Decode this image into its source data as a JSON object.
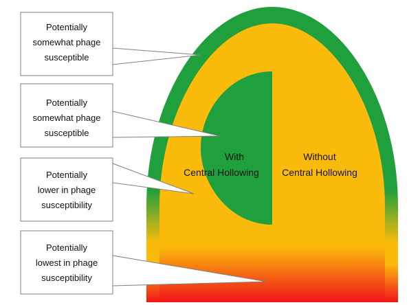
{
  "callouts": [
    {
      "lines": [
        "Potentially",
        "somewhat phage",
        "susceptible"
      ]
    },
    {
      "lines": [
        "Potentially",
        "somewhat phage",
        "susceptible"
      ]
    },
    {
      "lines": [
        "Potentially",
        "lower in phage",
        "susceptibility"
      ]
    },
    {
      "lines": [
        "Potentially",
        "lowest in phage",
        "susceptibility"
      ]
    }
  ],
  "regions": {
    "with_hollowing": [
      "With",
      "Central Hollowing"
    ],
    "without_hollowing": [
      "Without",
      "Central Hollowing"
    ]
  },
  "colors": {
    "outer_rim": "#1fa03c",
    "core": "#fbbb0c",
    "base": "#f0141a",
    "callout_border": "#7f7f7f"
  }
}
